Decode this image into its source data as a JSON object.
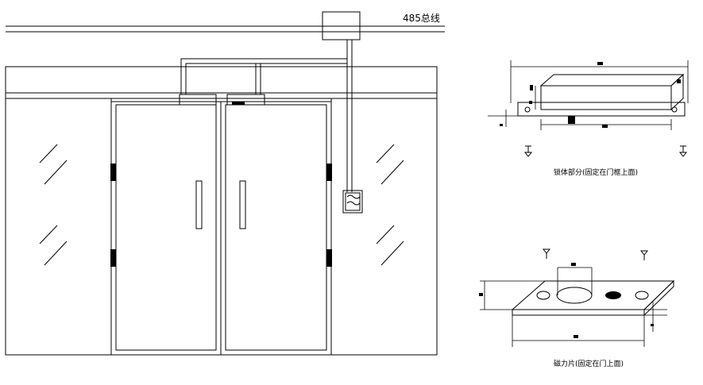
{
  "bus_label": "485总线",
  "lock_body_caption": "锁体部分(固定在门框上面)",
  "magnet_plate_caption": "磁力片(固定在门上面)"
}
